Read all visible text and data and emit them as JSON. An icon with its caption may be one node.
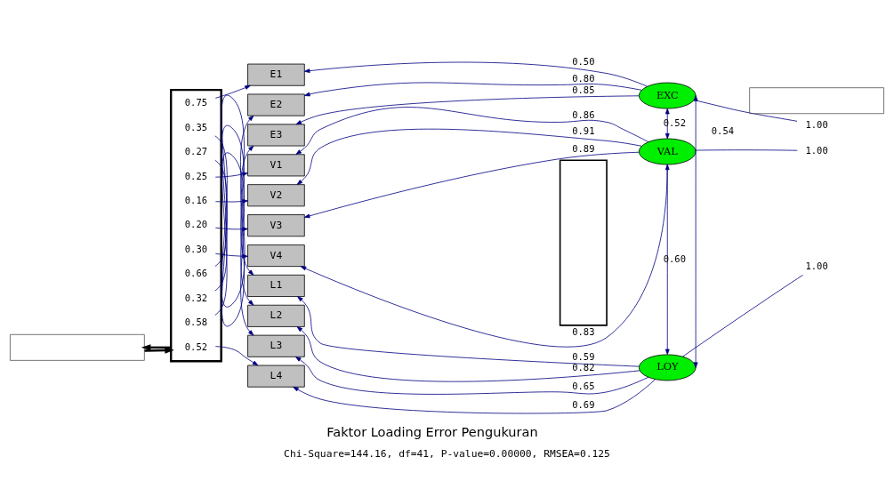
{
  "diagram": {
    "caption": "Chi-Square=144.16, df=41, P-value=0.00000, RMSEA=0.125",
    "nodes": [
      {
        "text": [],
        "shape": "box"
      },
      {
        "text": [
          "0.75"
        ],
        "in": 0
      },
      {
        "text": [
          "0.35"
        ],
        "in": 0
      },
      {
        "text": [
          "0.27"
        ],
        "in": 0
      },
      {
        "text": [
          "0.25"
        ],
        "in": 0
      },
      {
        "text": [
          "0.16"
        ],
        "in": 0
      },
      {
        "text": [
          "0.20"
        ],
        "in": 0
      },
      {
        "text": [
          "0.30"
        ],
        "in": 0
      },
      {
        "text": [
          "0.66"
        ],
        "in": 0
      },
      {
        "text": [
          "0.32"
        ],
        "in": 0
      },
      {
        "text": [
          "0.58"
        ],
        "in": 0
      },
      {
        "text": [
          "0.52"
        ],
        "in": 0
      },
      {
        "text": [
          "E1"
        ]
      },
      {
        "text": [
          "E2"
        ]
      },
      {
        "text": [
          "E3"
        ]
      },
      {
        "text": [
          "V1"
        ]
      },
      {
        "text": [
          "V2"
        ]
      },
      {
        "text": [
          "V3"
        ]
      },
      {
        "text": [
          "V4"
        ]
      },
      {
        "text": [
          "L1"
        ]
      },
      {
        "text": [
          "L2"
        ]
      },
      {
        "text": [
          "L3"
        ]
      },
      {
        "text": [
          "L4"
        ]
      },
      {
        "text": [],
        "shape": "box"
      },
      {
        "text": [
          "EXC"
        ]
      },
      {
        "text": [
          "VAL"
        ]
      },
      {
        "text": [
          "LOY"
        ]
      },
      {
        "text": [
          "1.00"
        ]
      },
      {
        "text": [
          "1.00"
        ]
      },
      {
        "text": [
          "1.00"
        ]
      },
      {
        "text": [],
        "shape": "box"
      },
      {
        "text": [],
        "shape": "box"
      }
    ],
    "edges": [
      {
        "from": 1,
        "to": 12,
        "arrow": "to"
      },
      {
        "from": 2,
        "to": 13,
        "arrow": "to"
      },
      {
        "from": 3,
        "to": 14,
        "arrow": "to"
      },
      {
        "from": 4,
        "to": 15,
        "arrow": "to"
      },
      {
        "from": 5,
        "to": 16,
        "arrow": "to"
      },
      {
        "from": 6,
        "to": 17,
        "arrow": "to"
      },
      {
        "from": 7,
        "to": 18,
        "arrow": "to"
      },
      {
        "from": 8,
        "to": 19,
        "arrow": "to"
      },
      {
        "from": 9,
        "to": 20,
        "arrow": "to"
      },
      {
        "from": 10,
        "to": 21,
        "arrow": "to"
      },
      {
        "from": 11,
        "to": 22,
        "arrow": "to"
      },
      {
        "from": 24,
        "to": 12,
        "arrow": "to",
        "label": "0.50"
      },
      {
        "from": 24,
        "to": 13,
        "arrow": "to",
        "label": "0.80"
      },
      {
        "from": 24,
        "to": 14,
        "arrow": "to",
        "label": "0.85"
      },
      {
        "from": 25,
        "to": 15,
        "arrow": "to",
        "label": "0.86"
      },
      {
        "from": 25,
        "to": 16,
        "arrow": "to",
        "label": "0.91"
      },
      {
        "from": 25,
        "to": 17,
        "arrow": "to",
        "label": "0.89"
      },
      {
        "from": 25,
        "to": 18,
        "arrow": "to",
        "label": "0.83"
      },
      {
        "from": 26,
        "to": 19,
        "arrow": "to",
        "label": "0.59"
      },
      {
        "from": 26,
        "to": 20,
        "arrow": "to",
        "label": "0.82"
      },
      {
        "from": 26,
        "to": 21,
        "arrow": "to",
        "label": "0.65"
      },
      {
        "from": 26,
        "to": 22,
        "arrow": "to",
        "label": "0.69"
      },
      {
        "from": 24,
        "to": 27,
        "arrow": "none"
      },
      {
        "from": 25,
        "to": 28,
        "arrow": "none"
      },
      {
        "from": 26,
        "to": 29,
        "arrow": "none"
      },
      {
        "from": 24,
        "to": 25,
        "arrow": "both",
        "label": "0.52"
      },
      {
        "from": 24,
        "to": 26,
        "arrow": "both",
        "label": "0.54"
      },
      {
        "from": 25,
        "to": 26,
        "arrow": "both",
        "label": "0.60"
      },
      {
        "from": 30,
        "to": 0,
        "arrow": "to",
        "color": "#000000",
        "style": "thick"
      },
      {
        "from": 0,
        "to": 30,
        "arrow": "to",
        "color": "#000000",
        "style": "thick"
      }
    ],
    "labels": [
      "Faktor Loading Error Pengukuran"
    ]
  }
}
